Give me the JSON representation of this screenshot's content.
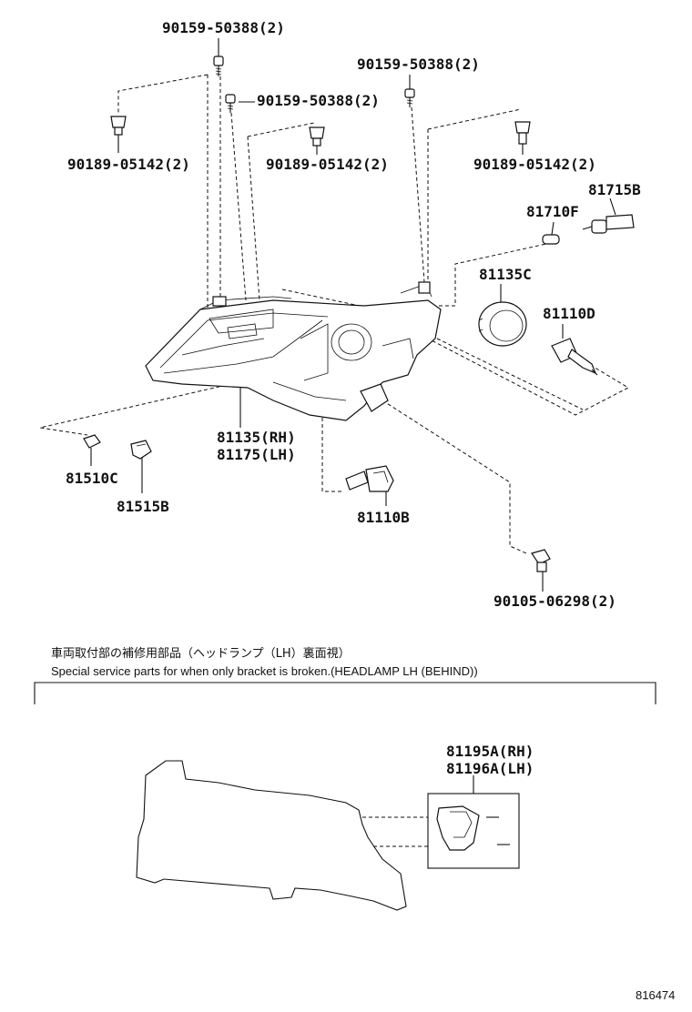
{
  "labels": {
    "p90159_top": "90159-50388(2)",
    "p90159_mid": "90159-50388(2)",
    "p90159_right": "90159-50388(2)",
    "p90189_left": "90189-05142(2)",
    "p90189_mid": "90189-05142(2)",
    "p90189_right": "90189-05142(2)",
    "p81715B": "81715B",
    "p81710F": "81710F",
    "p81135C": "81135C",
    "p81110D": "81110D",
    "p81135RH": "81135(RH)",
    "p81175LH": "81175(LH)",
    "p81510C": "81510C",
    "p81515B": "81515B",
    "p81110B": "81110B",
    "p90105": "90105-06298(2)",
    "p81195A": "81195A(RH)",
    "p81196A": "81196A(LH)"
  },
  "notes": {
    "jp": "車両取付部の補修用部品（ヘッドランプ（LH）裏面視）",
    "en": "Special service parts for when only bracket is broken.(HEADLAMP LH (BEHIND))"
  },
  "catalog_number": "816474"
}
